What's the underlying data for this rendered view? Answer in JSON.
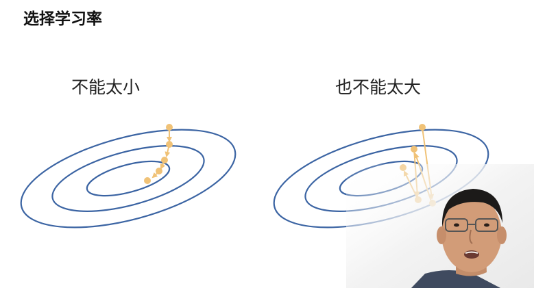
{
  "slide": {
    "title": "选择学习率"
  },
  "panels": [
    {
      "caption": "不能太小"
    },
    {
      "caption": "也不能太大"
    }
  ],
  "colors": {
    "contour": "#3b64a3",
    "path": "#f0c277",
    "title": "#111111",
    "caption": "#222222"
  }
}
